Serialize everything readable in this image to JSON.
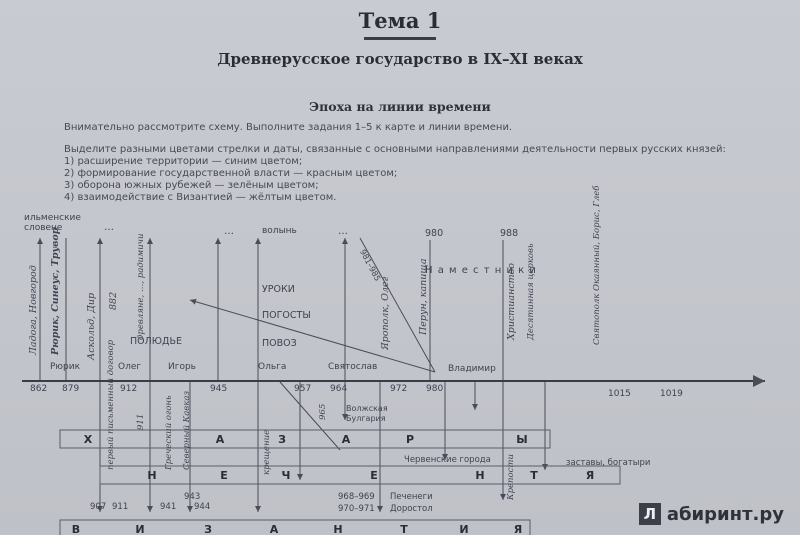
{
  "header": {
    "topic": "Тема 1",
    "title": "Древнерусское государство в IX–XI веках",
    "section": "Эпоха на линии времени"
  },
  "instructions": [
    "Внимательно рассмотрите схему. Выполните задания 1–5 к карте и линии времени.",
    "Выделите разными цветами стрелки и даты, связанные с основными направлениями деятельности первых русских князей:",
    "1) расширение территории — синим цветом;",
    "2) формирование государственной власти — красным цветом;",
    "3) оборона южных рубежей — зелёным цветом;",
    "4) взаимодействие с Византией — жёлтым цветом."
  ],
  "top_labels": {
    "ilmen": "ильменские\nсловене",
    "dots1": "…",
    "dots2": "…",
    "volyn": "волынь",
    "dots3": "…",
    "y980": "980",
    "y988": "988",
    "namestniki": "Н а м е с т н и к и"
  },
  "vertical_labels": {
    "v1": "Ладога, Новгород",
    "v2": "Рюрик, Синеус, Трувор",
    "v3": "Аскольд, Дир",
    "v4": "882",
    "v5": "древляне, …, радимичи",
    "v6": "Ярополк, Олег",
    "v7": "Перун, капища",
    "v8": "Христианство",
    "v9": "Десятинная церковь",
    "v10": "Святополк Окаянный, Борис, Глеб",
    "d1": "первый письменный договор",
    "d2": "911",
    "d3": "Греческий огонь",
    "d4": "Северный Кавказ",
    "d5": "крещение",
    "d6": "965",
    "d7": "Крепости"
  },
  "mid_labels": {
    "uroki": "УРОКИ",
    "pogosty": "ПОГОСТЫ",
    "polyudye": "ПОЛЮДЬЕ",
    "povoz": "ПОВОЗ",
    "diag": "981–985"
  },
  "rulers": [
    "Рюрик",
    "Олег",
    "Игорь",
    "Ольга",
    "Святослав",
    "Владимир"
  ],
  "axis_years": [
    "862",
    "879",
    "912",
    "945",
    "957",
    "964",
    "972",
    "980",
    "1015",
    "1019"
  ],
  "below_labels": {
    "volga": "Волжская Булгария",
    "cherven": "Червенские города",
    "zastavy": "заставы, богатыри",
    "y907": "907",
    "y911": "911",
    "y941": "941",
    "y943": "943",
    "y944": "944",
    "y968": "968–969",
    "pecheneg1": "Печенеги",
    "y970": "970–971",
    "dorostol": "Доростол"
  },
  "row1": [
    "Х",
    "",
    "",
    "А",
    "З",
    "",
    "А",
    "",
    "Р",
    "",
    "Ы"
  ],
  "row2": [
    "Н",
    "",
    "Е",
    "",
    "Ч",
    "",
    "Е",
    "",
    "Н",
    "Т",
    "Я"
  ],
  "row3": [
    "В",
    "И",
    "З",
    "А",
    "Н",
    "Т",
    "И",
    "Я"
  ],
  "watermark": {
    "logo": "Л",
    "text": "абиринт.ру"
  }
}
